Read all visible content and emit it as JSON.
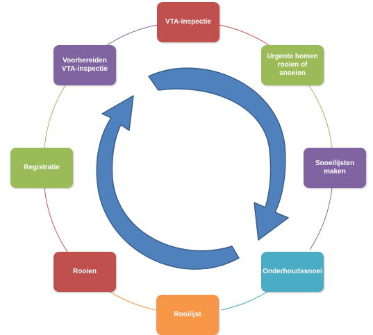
{
  "diagram": {
    "nodes": [
      {
        "label": "VTA-inspectie",
        "color": "#C0504D"
      },
      {
        "label": "Urgente bomen\nrooien of snoeien",
        "color": "#9BBB59"
      },
      {
        "label": "Snoeilijsten\nmaken",
        "color": "#8064A2"
      },
      {
        "label": "Onderhoudssnoei",
        "color": "#4BACC6"
      },
      {
        "label": "Rooilijst",
        "color": "#F79646"
      },
      {
        "label": "Rooien",
        "color": "#C0504D"
      },
      {
        "label": "Registratie",
        "color": "#9BBB59"
      },
      {
        "label": "Voorbereiden\nVTA-inspectie",
        "color": "#8064A2"
      }
    ],
    "arrow_color": "#4F81BD",
    "arrow_edge_color": "#385D8A"
  }
}
